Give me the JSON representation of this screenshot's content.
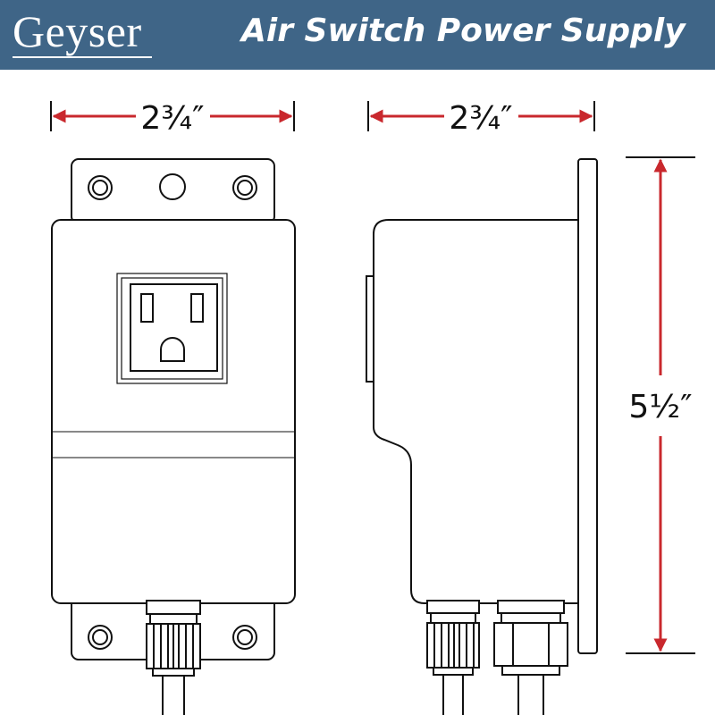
{
  "header": {
    "brand": "Geyser",
    "title": "Air Switch Power Supply"
  },
  "dimensions": {
    "front_width": "2¾″",
    "side_depth": "2¾″",
    "height": "5½″"
  },
  "colors": {
    "header_bg": "#3f6587",
    "dimension_arrow": "#c9282d",
    "outline": "#111111"
  },
  "icons": [
    "outlet-icon",
    "screw-hole-icon",
    "cable-gland-icon"
  ]
}
